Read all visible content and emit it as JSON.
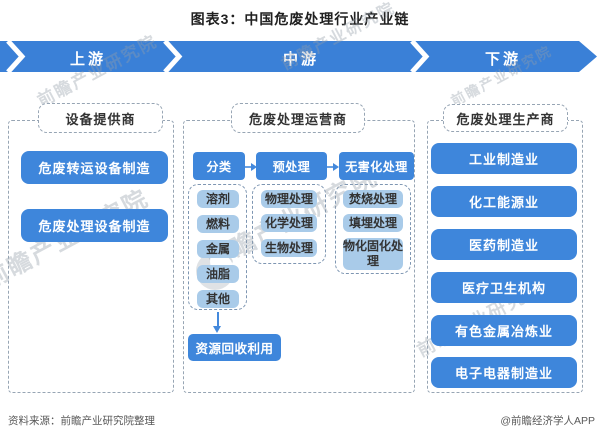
{
  "title": "图表3：中国危废处理行业产业链",
  "banner": {
    "upstream": "上游",
    "midstream": "中游",
    "downstream": "下游"
  },
  "left_column": {
    "header": "设备提供商",
    "boxes": [
      "危废转运设备制造",
      "危废处理设备制造"
    ]
  },
  "middle_column": {
    "header": "危废处理运营商",
    "flow": {
      "classify": {
        "label": "分类",
        "items": [
          "溶剂",
          "燃料",
          "金属",
          "油脂",
          "其他"
        ]
      },
      "pretreat": {
        "label": "预处理",
        "items": [
          "物理处理",
          "化学处理",
          "生物处理"
        ]
      },
      "harmless": {
        "label": "无害化处理",
        "items": [
          "焚烧处理",
          "填埋处理",
          "物化固化处理"
        ]
      }
    },
    "recycle": "资源回收利用"
  },
  "right_column": {
    "header": "危废处理生产商",
    "boxes": [
      "工业制造业",
      "化工能源业",
      "医药制造业",
      "医疗卫生机构",
      "有色金属冶炼业",
      "电子电器制造业"
    ]
  },
  "footer": {
    "source": "资料来源：前瞻产业研究院整理",
    "credit": "@前瞻经济学人APP"
  },
  "watermark": {
    "text": "前瞻产业研究院"
  },
  "colors": {
    "band_blue": "#3A80D7",
    "box_blue": "#3E86DB",
    "light_blue": "#A9CBE9",
    "dash_gray": "#97A5B4",
    "text_dark": "#333333",
    "footer_gray": "#595959"
  }
}
